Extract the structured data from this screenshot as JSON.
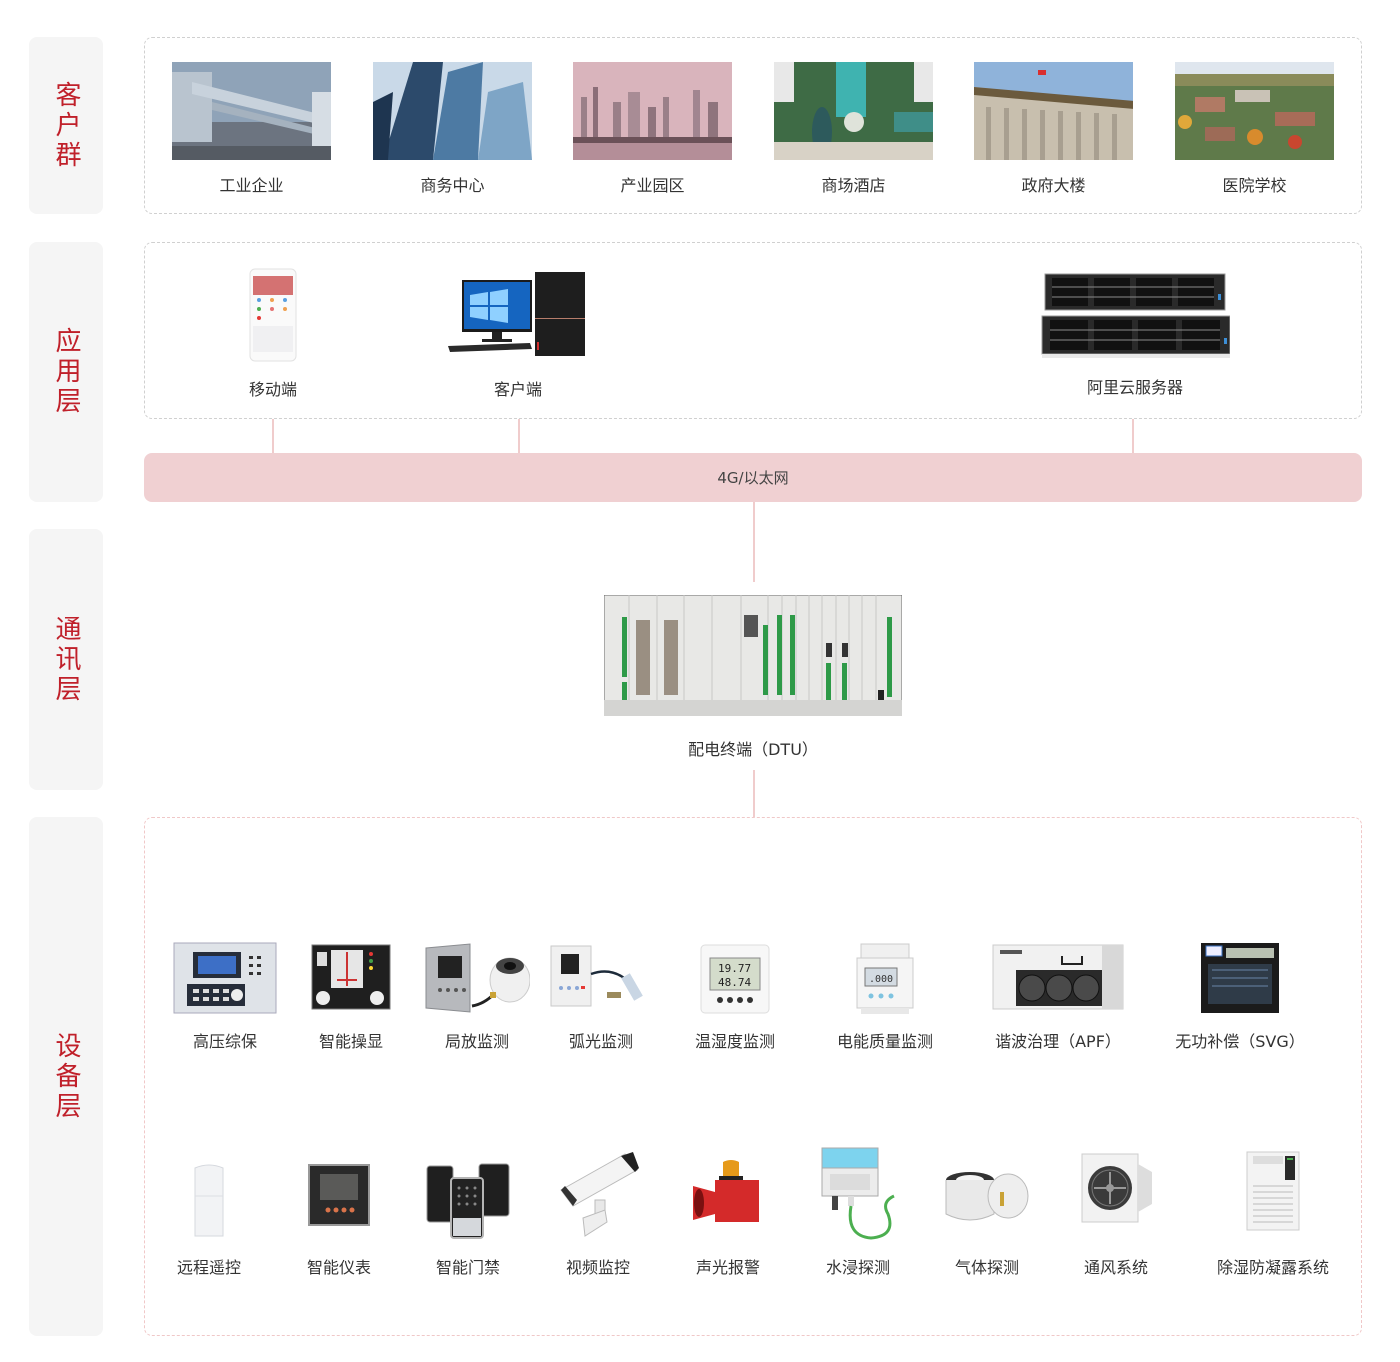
{
  "layers": [
    {
      "id": "customers",
      "label": "客户群"
    },
    {
      "id": "application",
      "label": "应用层"
    },
    {
      "id": "communication",
      "label": "通讯层"
    },
    {
      "id": "device",
      "label": "设备层"
    }
  ],
  "customers": {
    "items": [
      {
        "label": "工业企业",
        "icon": "factory-photo"
      },
      {
        "label": "商务中心",
        "icon": "office-tower-photo"
      },
      {
        "label": "产业园区",
        "icon": "city-skyline-photo"
      },
      {
        "label": "商场酒店",
        "icon": "hotel-aerial-photo"
      },
      {
        "label": "政府大楼",
        "icon": "government-building-photo"
      },
      {
        "label": "医院学校",
        "icon": "campus-aerial-photo"
      }
    ]
  },
  "application": {
    "items": [
      {
        "label": "移动端",
        "icon": "mobile-phone-icon"
      },
      {
        "label": "客户端",
        "icon": "desktop-computer-icon"
      },
      {
        "label": "阿里云服务器",
        "icon": "rack-server-icon"
      }
    ]
  },
  "network": {
    "label": "4G/以太网"
  },
  "communication": {
    "device": {
      "label": "配电终端（DTU）",
      "icon": "dtu-rack-icon"
    }
  },
  "devices": {
    "row1": [
      {
        "label": "高压综保",
        "icon": "protection-relay-icon"
      },
      {
        "label": "智能操显",
        "icon": "smart-display-icon"
      },
      {
        "label": "局放监测",
        "icon": "partial-discharge-icon"
      },
      {
        "label": "弧光监测",
        "icon": "arc-flash-icon"
      },
      {
        "label": "温湿度监测",
        "icon": "thermo-hygrometer-icon"
      },
      {
        "label": "电能质量监测",
        "icon": "power-quality-meter-icon"
      },
      {
        "label": "谐波治理（APF）",
        "icon": "apf-unit-icon"
      },
      {
        "label": "无功补偿（SVG）",
        "icon": "svg-unit-icon"
      }
    ],
    "row2": [
      {
        "label": "远程遥控",
        "icon": "remote-control-icon"
      },
      {
        "label": "智能仪表",
        "icon": "smart-meter-icon"
      },
      {
        "label": "智能门禁",
        "icon": "access-control-icon"
      },
      {
        "label": "视频监控",
        "icon": "cctv-camera-icon"
      },
      {
        "label": "声光报警",
        "icon": "siren-alarm-icon"
      },
      {
        "label": "水浸探测",
        "icon": "water-leak-sensor-icon"
      },
      {
        "label": "气体探测",
        "icon": "gas-sensor-icon"
      },
      {
        "label": "通风系统",
        "icon": "ventilation-fan-icon"
      },
      {
        "label": "除湿防凝露系统",
        "icon": "dehumidifier-icon"
      }
    ]
  },
  "colors": {
    "accent": "#c0202a",
    "label_bg": "#f5f5f5",
    "network_bar": "#f0d0d2",
    "connector": "#f0cccc",
    "panel_border_gray": "#d0d0d0",
    "panel_border_pink": "#f0c8c8"
  }
}
